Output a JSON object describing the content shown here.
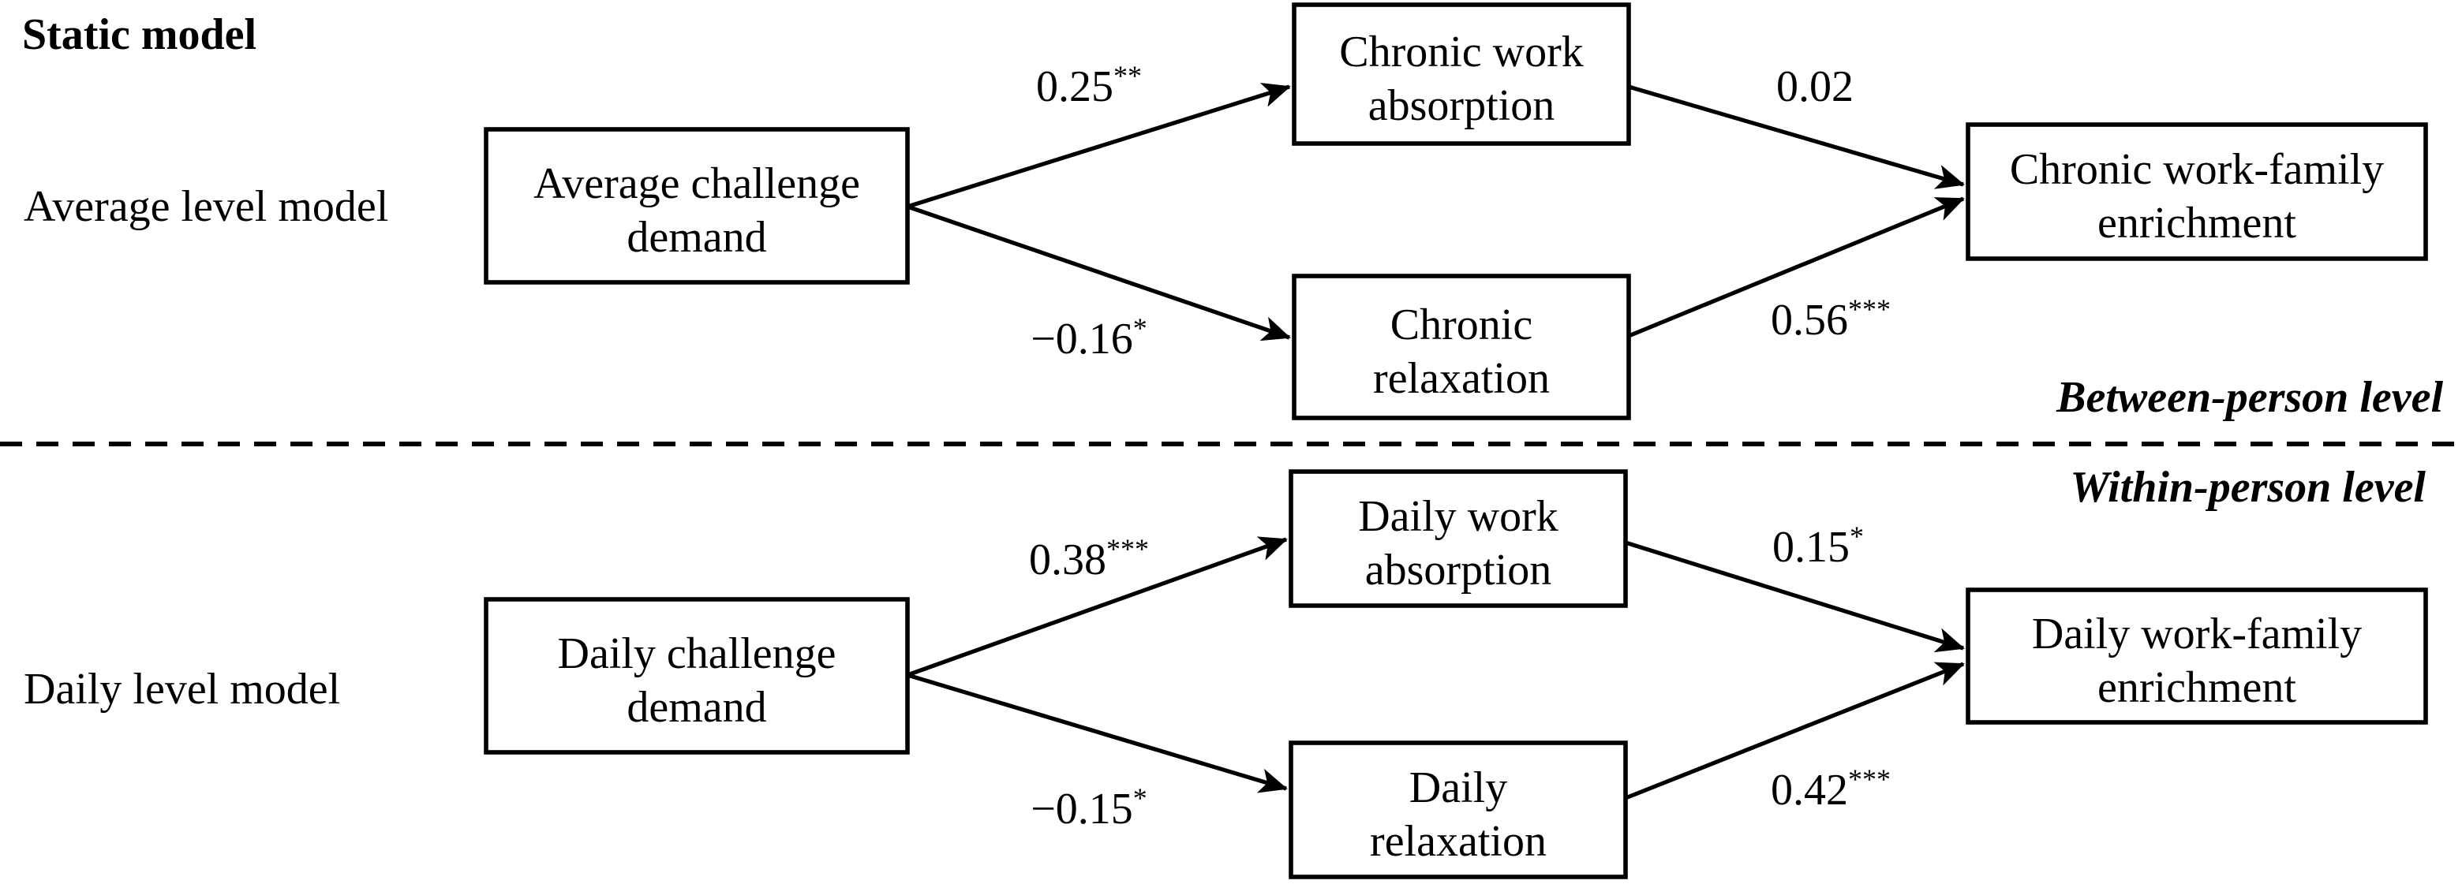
{
  "title": "Static model",
  "row_labels": {
    "top": "Average level model",
    "bottom": "Daily level model"
  },
  "level_labels": {
    "between": "Between-person level",
    "within": "Within-person level"
  },
  "boxes": {
    "avg_challenge": {
      "line1": "Average challenge",
      "line2": "demand"
    },
    "chronic_absorption": {
      "line1": "Chronic work",
      "line2": "absorption"
    },
    "chronic_relaxation": {
      "line1": "Chronic",
      "line2": "relaxation"
    },
    "chronic_enrichment": {
      "line1": "Chronic work-family",
      "line2": "enrichment"
    },
    "daily_challenge": {
      "line1": "Daily challenge",
      "line2": "demand"
    },
    "daily_absorption": {
      "line1": "Daily work",
      "line2": "absorption"
    },
    "daily_relaxation": {
      "line1": "Daily",
      "line2": "relaxation"
    },
    "daily_enrichment": {
      "line1": "Daily work-family",
      "line2": "enrichment"
    }
  },
  "coefficients": {
    "avg_to_chronic_absorption": {
      "value": "0.25",
      "sig": "**"
    },
    "chronic_absorption_to_enrichment": {
      "value": "0.02",
      "sig": ""
    },
    "avg_to_chronic_relaxation": {
      "value": "−0.16",
      "sig": "*"
    },
    "chronic_relaxation_to_enrichment": {
      "value": "0.56",
      "sig": "***"
    },
    "daily_to_daily_absorption": {
      "value": "0.38",
      "sig": "***"
    },
    "daily_absorption_to_enrichment": {
      "value": "0.15",
      "sig": "*"
    },
    "daily_to_daily_relaxation": {
      "value": "−0.15",
      "sig": "*"
    },
    "daily_relaxation_to_enrichment": {
      "value": "0.42",
      "sig": "***"
    }
  },
  "colors": {
    "ink": "#000000",
    "background": "#ffffff"
  }
}
